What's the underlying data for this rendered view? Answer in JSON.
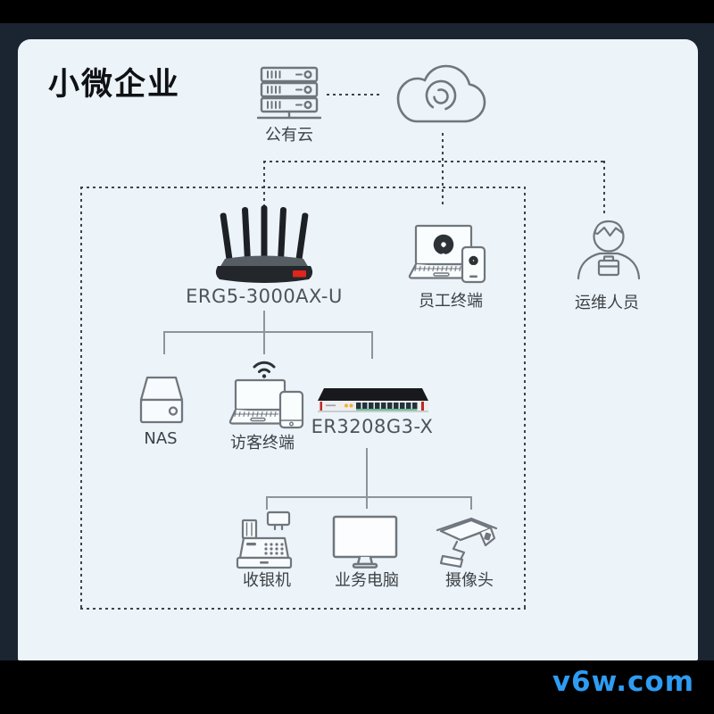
{
  "title": "小微企业",
  "watermark": "v6w.com",
  "colors": {
    "panel_bg": "#ecf4f9",
    "frame_navy": "#1b2531",
    "outer_black": "#000000",
    "icon_stroke": "#6f767d",
    "dashed_line": "#3f4348",
    "solid_line": "#8d949a",
    "accent_red": "#e0251b",
    "led_yellow": "#f0b429",
    "watermark_blue": "#2e9cf3"
  },
  "nodes": {
    "public_cloud": {
      "label": "公有云",
      "icon": "server-rack-icon"
    },
    "internet_cloud": {
      "label": "",
      "icon": "cloud-icon"
    },
    "router": {
      "label": "ERG5-3000AX-U",
      "icon": "wifi-router-image"
    },
    "staff_terminal": {
      "label": "员工终端",
      "icon": "laptop-phone-icon"
    },
    "ops_staff": {
      "label": "运维人员",
      "icon": "person-icon"
    },
    "nas": {
      "label": "NAS",
      "icon": "nas-box-icon"
    },
    "guest_terminal": {
      "label": "访客终端",
      "icon": "wifi-laptop-phone-icon"
    },
    "lan_switch": {
      "label": "ER3208G3-X",
      "icon": "rack-switch-image"
    },
    "cash_register": {
      "label": "收银机",
      "icon": "cash-register-icon"
    },
    "business_pc": {
      "label": "业务电脑",
      "icon": "monitor-icon"
    },
    "camera": {
      "label": "摄像头",
      "icon": "cctv-camera-icon"
    }
  }
}
